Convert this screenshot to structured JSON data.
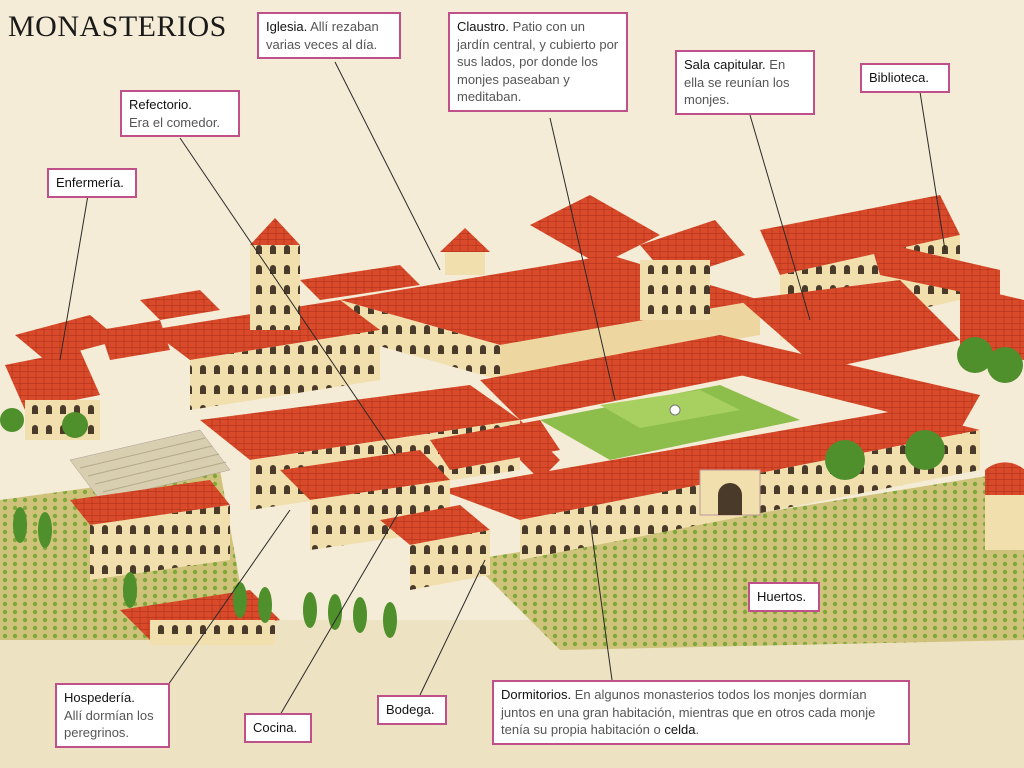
{
  "title": "MONASTERIOS",
  "colors": {
    "label_border": "#c0508a",
    "roof": "#d8452a",
    "wall": "#f1dfae",
    "garden": "#8dbd4b"
  },
  "labels": {
    "iglesia": {
      "name": "Iglesia.",
      "desc": "Allí rezaban varias veces al día."
    },
    "claustro": {
      "name": "Claustro.",
      "desc": "Patio con un jardín central, y cubierto por sus lados, por donde los monjes paseaban y meditaban."
    },
    "sala": {
      "name": "Sala capitular.",
      "desc": "En ella se reunían los monjes."
    },
    "biblioteca": {
      "name": "Biblioteca."
    },
    "refectorio": {
      "name": "Refectorio.",
      "desc": "Era el comedor."
    },
    "enfermeria": {
      "name": "Enfermería."
    },
    "huertos": {
      "name": "Huertos."
    },
    "hospederia": {
      "name": "Hospedería.",
      "desc": "Allí dormían los peregrinos."
    },
    "cocina": {
      "name": "Cocina."
    },
    "bodega": {
      "name": "Bodega."
    },
    "dormitorios": {
      "name": "Dormitorios.",
      "desc": "En algunos monasterios todos los monjes dormían juntos en una gran habitación, mientras que en otros cada monje tenía su propia habitación o",
      "emph": "celda",
      "end": "."
    }
  }
}
